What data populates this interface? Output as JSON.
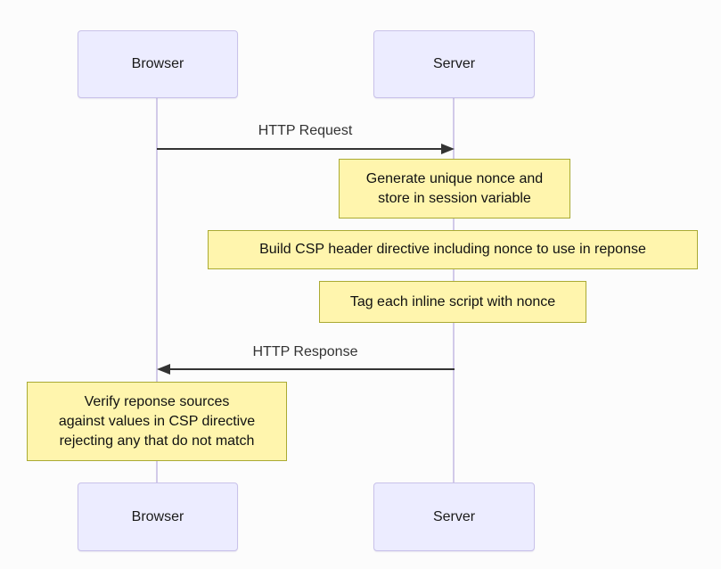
{
  "diagram": {
    "type": "sequence",
    "actors": [
      {
        "id": "browser",
        "label": "Browser"
      },
      {
        "id": "server",
        "label": "Server"
      }
    ],
    "messages": [
      {
        "from": "browser",
        "to": "server",
        "direction": "right",
        "label": "HTTP Request"
      },
      {
        "from": "server",
        "to": "browser",
        "direction": "left",
        "label": "HTTP Response"
      }
    ],
    "notes": [
      {
        "over": "server",
        "text": "Generate unique nonce and\nstore in session variable"
      },
      {
        "over": "server",
        "text": "Build CSP header directive including nonce to use in reponse"
      },
      {
        "over": "server",
        "text": "Tag each inline script with nonce"
      },
      {
        "over": "browser",
        "text": "Verify reponse sources\nagainst values in CSP directive\nrejecting any that do not match"
      }
    ]
  },
  "colors": {
    "background": "#fcfcfc",
    "actor_fill": "#ececff",
    "actor_border": "#c9c2ea",
    "lifeline": "#d2cae9",
    "note_fill": "#fff5ad",
    "note_border": "#aaaa33",
    "message_text": "#333333",
    "arrow": "#333333"
  }
}
